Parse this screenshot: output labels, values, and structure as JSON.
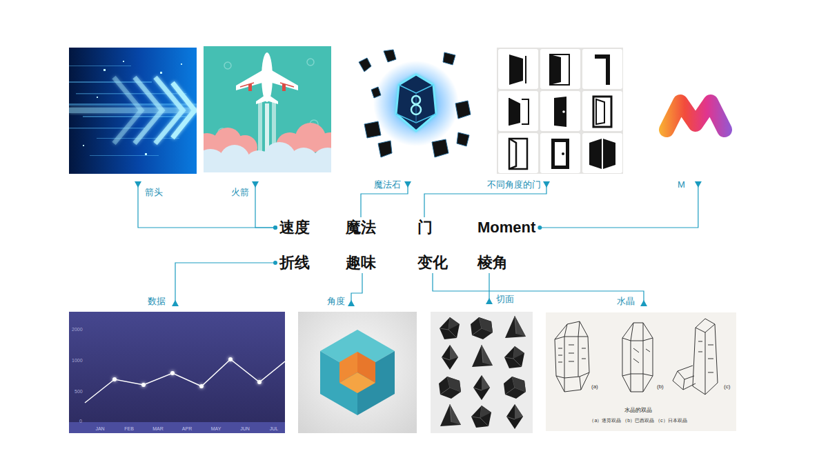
{
  "diagram": {
    "nodes": [
      {
        "text": [
          "速度"
        ]
      },
      {
        "text": [
          "魔法"
        ]
      },
      {
        "text": [
          "门"
        ]
      },
      {
        "text": [
          "Moment"
        ]
      },
      {
        "text": [
          "折线"
        ]
      },
      {
        "text": [
          "趣味"
        ]
      },
      {
        "text": [
          "变化"
        ]
      },
      {
        "text": [
          "棱角"
        ]
      },
      {
        "text": [
          "箭头"
        ]
      },
      {
        "text": [
          "火箭"
        ]
      },
      {
        "text": [
          "魔法石"
        ]
      },
      {
        "text": [
          "不同角度的门"
        ]
      },
      {
        "text": [
          "M"
        ]
      },
      {
        "text": [
          "数据"
        ]
      },
      {
        "text": [
          "角度"
        ]
      },
      {
        "text": [
          "切面"
        ]
      },
      {
        "text": [
          "水晶"
        ]
      }
    ],
    "edges": [
      {
        "from": 0,
        "to": 8,
        "arrow": "to"
      },
      {
        "from": 0,
        "to": 9,
        "arrow": "to"
      },
      {
        "from": 1,
        "to": 10,
        "arrow": "to"
      },
      {
        "from": 2,
        "to": 11,
        "arrow": "to"
      },
      {
        "from": 3,
        "to": 12,
        "arrow": "to"
      },
      {
        "from": 4,
        "to": 13,
        "arrow": "to"
      },
      {
        "from": 5,
        "to": 14,
        "arrow": "to"
      },
      {
        "from": 6,
        "to": 16,
        "arrow": "to"
      },
      {
        "from": 7,
        "to": 15,
        "arrow": "to"
      }
    ],
    "labels": [
      "2000",
      "1000",
      "500",
      "0",
      "JAN",
      "FEB",
      "MAR",
      "APR",
      "MAY",
      "JUN",
      "JUL",
      "(a)",
      "(b)",
      "(c)",
      "水晶的双晶",
      "（a）道芬双晶 （b）巴西双晶 （c）日本双晶"
    ]
  }
}
